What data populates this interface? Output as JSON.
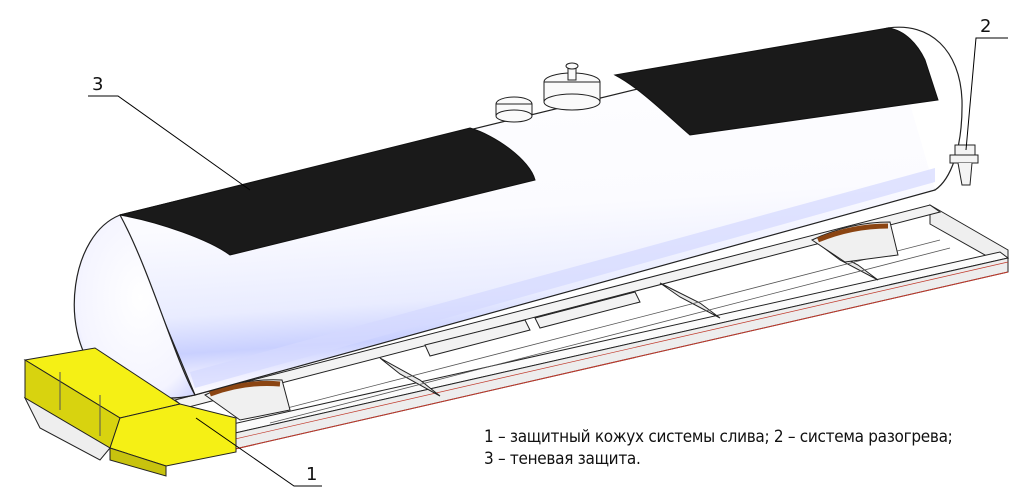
{
  "callouts": {
    "c1": "1",
    "c2": "2",
    "c3": "3"
  },
  "legend": {
    "line1": "1 – защитный кожух системы слива; 2 – система разогрева;",
    "line2": "3 – теневая защита."
  },
  "colors": {
    "shell": "#ffffff",
    "shade": "#1a1a1a",
    "cover": "#f5f015",
    "frame_edge": "#c0392b",
    "outline": "#222222"
  }
}
